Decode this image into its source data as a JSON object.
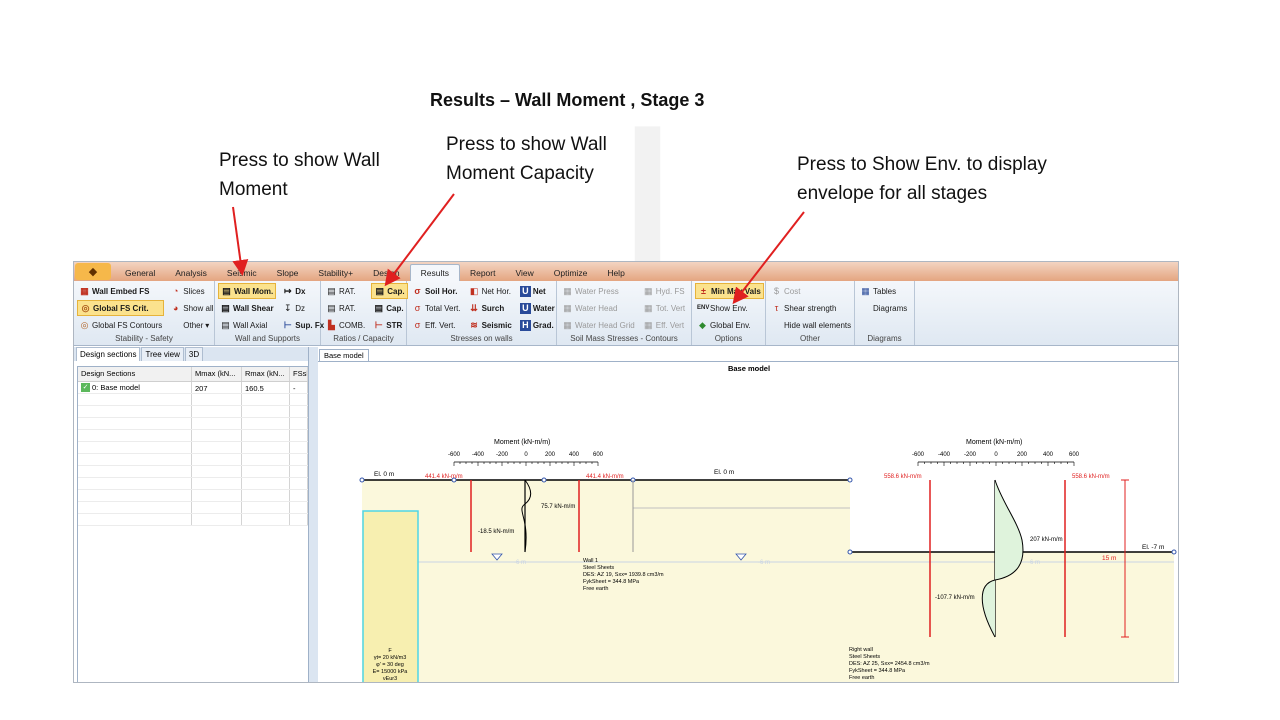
{
  "slide": {
    "title": "Results – Wall Moment , Stage 3",
    "annotations": [
      "Press to show Wall Moment",
      "Press to show Wall Moment Capacity",
      "Press to Show Env. to display envelope for all stages"
    ]
  },
  "app": {
    "menu_tabs": [
      "General",
      "Analysis",
      "Seismic",
      "Slope",
      "Stability+",
      "Design",
      "Results",
      "Report",
      "View",
      "Optimize",
      "Help"
    ],
    "active_tab": "Results",
    "ribbon": {
      "stability_safety": {
        "name": "Stability - Safety",
        "items": [
          "Wall Embed FS",
          "Global FS Crit.",
          "Global FS Contours",
          "Slices",
          "Show all",
          "Other"
        ]
      },
      "wall_supports": {
        "name": "Wall and Supports",
        "items": [
          "Wall Mom.",
          "Wall Shear",
          "Wall Axial",
          "Dx",
          "Dz",
          "Sup. Fx"
        ]
      },
      "ratios": {
        "name": "Ratios / Capacity",
        "items": [
          "RAT.",
          "RAT.",
          "COMB.",
          "Cap.",
          "Cap.",
          "STR"
        ]
      },
      "stresses": {
        "name": "Stresses on walls",
        "items": [
          "Soil Hor.",
          "Total Vert.",
          "Eff. Vert.",
          "Net Hor.",
          "Surch",
          "Seismic",
          "Net",
          "Water",
          "Grad."
        ]
      },
      "soil_mass": {
        "name": "Soil Mass Stresses - Contours",
        "items": [
          "Water Press",
          "Water Head",
          "Water Head Grid",
          "Hyd. FS",
          "Tot. Vert",
          "Eff. Vert"
        ]
      },
      "options": {
        "name": "Options",
        "items": [
          "Min Max Vals",
          "Show Env.",
          "Global Env."
        ]
      },
      "other": {
        "name": "Other",
        "items": [
          "Cost",
          "Shear strength",
          "Hide wall elements"
        ]
      },
      "diagrams": {
        "name": "Diagrams",
        "items": [
          "Tables",
          "Diagrams"
        ]
      }
    },
    "left_panel": {
      "tabs": [
        "Design sections",
        "Tree view",
        "3D"
      ],
      "columns": [
        "Design Sections",
        "Mmax (kN...",
        "Rmax (kN...",
        "FSsk"
      ],
      "rows": [
        [
          "0: Base model",
          "207",
          "160.5",
          "-"
        ]
      ]
    },
    "view": {
      "tab": "Base model",
      "title": "Base model",
      "moment_axis_label": "Moment (kN-m/m)",
      "moment_ticks": [
        "-600",
        "-400",
        "-200",
        "0",
        "200",
        "400",
        "600"
      ],
      "left_wall": {
        "elevation": "El. 0 m",
        "capacity_neg": "441.4 kN-m/m",
        "capacity_pos": "441.4 kN-m/m",
        "max_moment": "75.7 kN-m/m",
        "min_moment": "-18.5 kN-m/m",
        "water_label": "-6 m",
        "info": [
          "Wall 1",
          "Steel Sheets",
          "DES: AZ 19, Sxx= 1939.8 cm3/m",
          "FykSheet = 344.8 MPa",
          "Free earth"
        ],
        "soil": [
          "F",
          "γt= 20 kN/m3",
          "φ' = 30 deg",
          "E= 15000 kPa",
          "νEur3"
        ]
      },
      "right_wall": {
        "elevation_top": "El. 0 m",
        "elevation_exc": "El. -7 m",
        "capacity_neg": "558.6 kN-m/m",
        "capacity_pos": "558.6 kN-m/m",
        "max_moment": "207 kN-m/m",
        "min_moment": "-107.7 kN-m/m",
        "depth": "15 m",
        "water_label": "-6 m",
        "info": [
          "Right wall",
          "Steel Sheets",
          "DES: AZ 25, Sxx= 2454.8 cm3/m",
          "FykSheet = 344.8 MPa",
          "Free earth"
        ]
      },
      "colors": {
        "capacity": "#e02020",
        "soil": "#fbf8dc",
        "envelope_fill": "#dff3dc",
        "soil_block": "#f7efb0"
      }
    }
  }
}
